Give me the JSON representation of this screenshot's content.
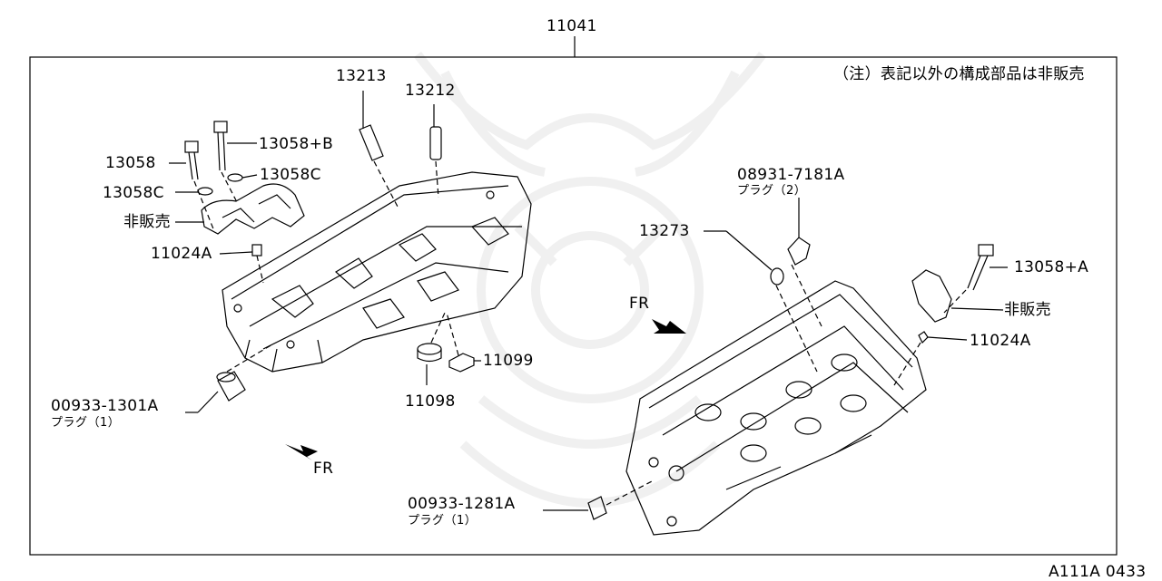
{
  "labels": {
    "assembly": "11041",
    "note": "（注）表記以外の構成部品は非販売",
    "diagram_code": "A111A 0433",
    "p13213": "13213",
    "p13212": "13212",
    "p13058": "13058",
    "p13058B": "13058+B",
    "p13058C_left": "13058C",
    "p13058C_right": "13058C",
    "not_sold_left": "非販売",
    "p11024A_left": "11024A",
    "p08931": "08931-7181A",
    "plug2": "プラグ（2）",
    "p13273": "13273",
    "p13058A": "13058+A",
    "not_sold_right": "非販売",
    "p11024A_right": "11024A",
    "fr_top": "FR",
    "fr_bottom": "FR",
    "p11099": "11099",
    "p11098": "11098",
    "p00933_1301A": "00933-1301A",
    "plug1_left": "プラグ（1）",
    "p00933_1281A": "00933-1281A",
    "plug1_right": "プラグ（1）"
  }
}
